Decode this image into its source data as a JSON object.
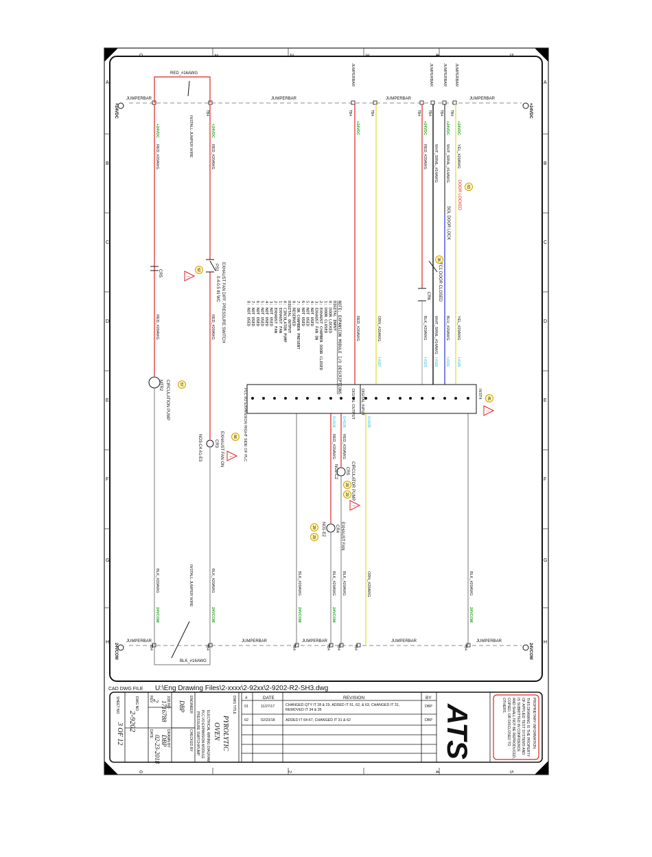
{
  "colors": {
    "wire_red": "#e02020",
    "wire_black": "#111111",
    "wire_blue": "#2233cc",
    "wire_yellow": "#e6e040",
    "wire_orange": "#e89030",
    "wire_gray": "#9a9a9a",
    "label_green": "#22a822",
    "label_cyan": "#19b8d8",
    "annot_red": "#e02020",
    "balloon_fill": "#fff6b0",
    "balloon_stroke": "#d6a000"
  },
  "ruler": {
    "cols": [
      "0",
      "1",
      "2",
      "3",
      "4",
      "5"
    ],
    "rows": [
      "A",
      "B",
      "C",
      "D",
      "E",
      "F",
      "G",
      "H"
    ]
  },
  "cad": {
    "label": "CAD DWG FILE",
    "path": "U:\\Eng Drawing Files\\2-xxxx\\2-92xx\\2-9202-R2-SH3.dwg"
  },
  "title_block": {
    "dwg_title_label": "DWG TITLE",
    "title_line1": "PYROLYTIC",
    "title_line2": "OVEN",
    "sub1": "ELECTRICAL WIRING DIAGRAM",
    "sub2": "PLC I/O EXPANSION MODULE",
    "sub3": "PRESSURE SWITCH/PUMP",
    "engineer_label": "ENGINEER",
    "engineer": "DBP",
    "checked_label": "CHECKED BY",
    "checked": "",
    "job_label": "JOB NO",
    "job": "1716788",
    "rev_label": "REV",
    "rev": "2",
    "drawn_label": "DRAWN BY",
    "drawn": "DBP",
    "date_label": "DATE",
    "date": "02-23-2018",
    "dwg_label": "DWG NO",
    "dwg": "2-9202",
    "sheet_label": "SHEET NO",
    "sheet": "3 OF 12"
  },
  "revisions": {
    "headers": [
      "#",
      "DATE",
      "REVISION",
      "BY"
    ],
    "rows": [
      {
        "num": "01",
        "date": "11/27/17",
        "text1": "CHANGED QTY IT 28 & 29, ADDED IT 51, 62, & 63, CHANGED IT 31,",
        "text2": "REMOVED IT 34 & 35",
        "by": "DBP"
      },
      {
        "num": "02",
        "date": "02/23/18",
        "text1": "ADDED IT 64-67, CHANGED IT 31 & 62",
        "text2": "",
        "by": "DBP"
      }
    ]
  },
  "logo": {
    "text": "ATS"
  },
  "proprietary": {
    "heading": "PROPRIETARY INFORMATION",
    "lines": [
      "THIS DRAWING IS THE PROPERTY",
      "OF APPLIED TEST SYSTEMS AND",
      "IS SUBMITTED IN CONFIDENCE",
      "AND SHALL NOT BE REPRODUCED,",
      "COPIED, OR DISCLOSED TO",
      "OTHERS."
    ]
  },
  "diagram": {
    "jumperbar": "JUMPERBAR",
    "tb4": "TB4",
    "supply_top_left": "+24VDC",
    "supply_bot_left": "24VCOM",
    "supply_top_right": "+24VDC",
    "supply_bot_right": "24VCOM",
    "red16": "RED_#16AWG",
    "blk16": "BLK_#16AWG",
    "install_jumper": "INSTALL JUMPER WIRE",
    "red20": "RED_#20AWG",
    "blk20": "BLK_#20AWG",
    "orn20": "ORN_#20AWG",
    "yel20": "YEL_#20AWG",
    "wht14": "WHT_SRML_#14AWG",
    "blu20": "BLU_#20AWG",
    "v24": "+24VDC",
    "com24": "24VCOM",
    "ps1": "PS1",
    "exhaust_switch": "EXHAUST FAN DIFF. PRESSURE SWITCH",
    "ps1_range": "0.4-0.5 IN WC",
    "cr5": "CR5",
    "cr6": "CR6",
    "sol_door_lock": "SOL DOOR LOCK",
    "door_locked": "DOOR LOCKED",
    "tc1": "TC1 DOOR CLOSED",
    "mtr2": "MTR2",
    "circulation_pump": "CIRCULATION PUMP",
    "plc_io": "PLC I/O EXPANSION RIGHT SIDE OF PLC",
    "inst4": "INST4",
    "digital_input": "DIGITAL INPUT",
    "digital_output": "DIGITAL OUTPUT",
    "cr3": "CR3",
    "cr4": "CR4",
    "exhaust_fan_on": "EXHAUST FAN ON",
    "exhaust_fan": "EXHAUST FAN",
    "circ_pump_lbl": "CIRCULATOR PUMP",
    "no3": "NO3-C4 A1-E3",
    "no2": "NO2-C2",
    "no1": "NO1-E2",
    "note_title": "NOTE: EXPANSION MODULE I/O DESCRIPTIONS",
    "note_lines": [
      "DIGITAL INPUT",
      "   0: DOOR LOCKED",
      "   1: DOOR CLOSED",
      "   2: EXHAUST CHAMBER DOOR CLOSED",
      "   3: EXHAUST FAN ON",
      "   4: NOT USED",
      "   5: NOT USED",
      "   6: NOT USED",
      "   7: OR CHAMBER PRESENT",
      "   8: RESERVED",
      "DIGITAL OUTPUT",
      "   0: CIRCULATOR PUMP",
      "   1: EXHAUST FAN",
      "   2: EXHAUST FAN",
      "   3: NOT USED",
      "   4: NOT USED",
      "   5: NOT USED",
      "   6: NOT USED",
      "   7: NOT USED",
      "   8: NOT USED"
    ],
    "balloons": [
      "62",
      "57",
      "36",
      "66",
      "28",
      "29",
      "28",
      "29",
      "63",
      "45"
    ],
    "warn": "!",
    "term_labels": [
      "I-4105",
      "I-4101",
      "I-4102",
      "I-4103",
      "I-4107",
      "O-4105",
      "O-4106",
      "O-4104"
    ]
  }
}
